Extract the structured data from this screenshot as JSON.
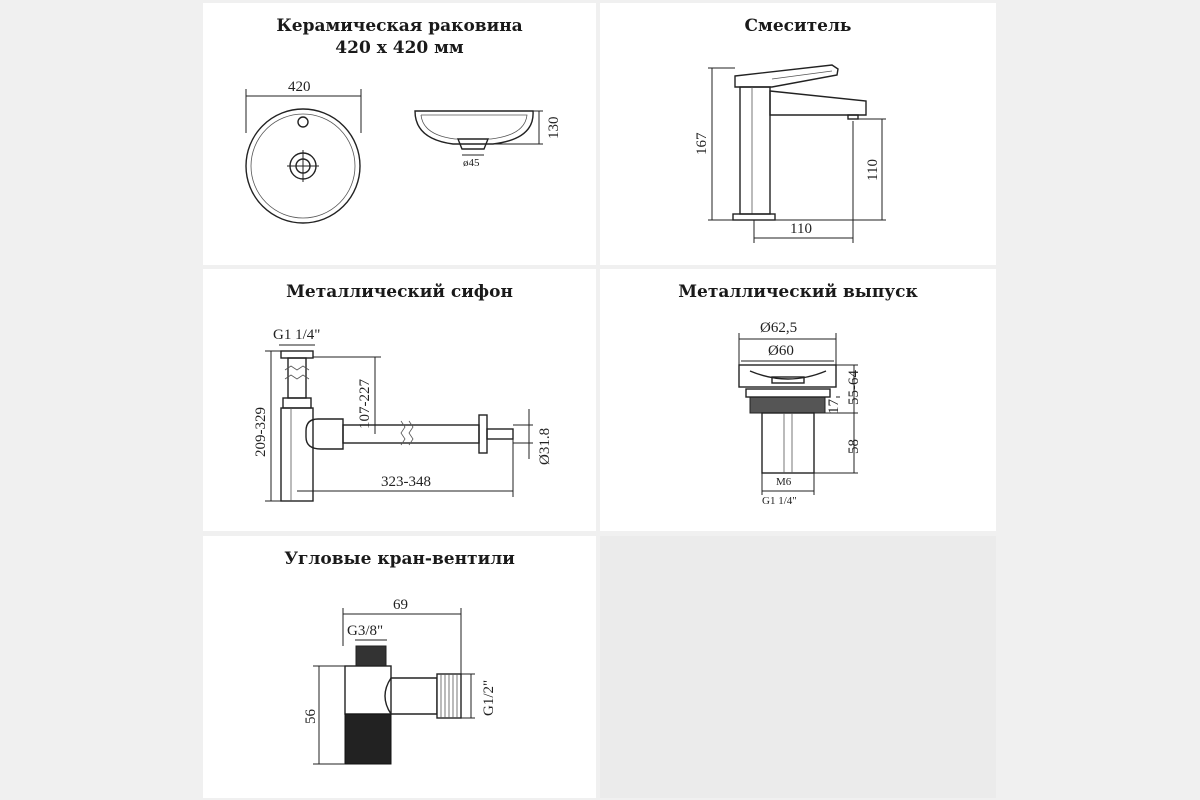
{
  "panels": {
    "sink": {
      "title_line1": "Керамическая раковина",
      "title_line2": "420 х 420 мм",
      "dim_width": "420",
      "dim_height": "130",
      "dim_drain": "ø45"
    },
    "mixer": {
      "title": "Смеситель",
      "dim_total_height": "167",
      "dim_spout_height": "110",
      "dim_spout_reach": "110"
    },
    "siphon": {
      "title": "Металлический сифон",
      "dim_thread": "G1 1/4\"",
      "dim_height_range": "209-329",
      "dim_inlet_range": "107-227",
      "dim_pipe_diameter": "Ø31.8",
      "dim_length_range": "323-348"
    },
    "outlet": {
      "title": "Металлический выпуск",
      "dim_outer_diameter": "Ø62,5",
      "dim_inner_diameter": "Ø60",
      "dim_cap_height": "55-64",
      "dim_flange": "17",
      "dim_body": "58",
      "dim_bolt": "M6",
      "dim_thread": "G1 1/4\""
    },
    "valve": {
      "title": "Угловые кран-вентили",
      "dim_width": "69",
      "dim_inlet_thread": "G3/8\"",
      "dim_height": "56",
      "dim_outlet_thread": "G1/2\""
    }
  }
}
